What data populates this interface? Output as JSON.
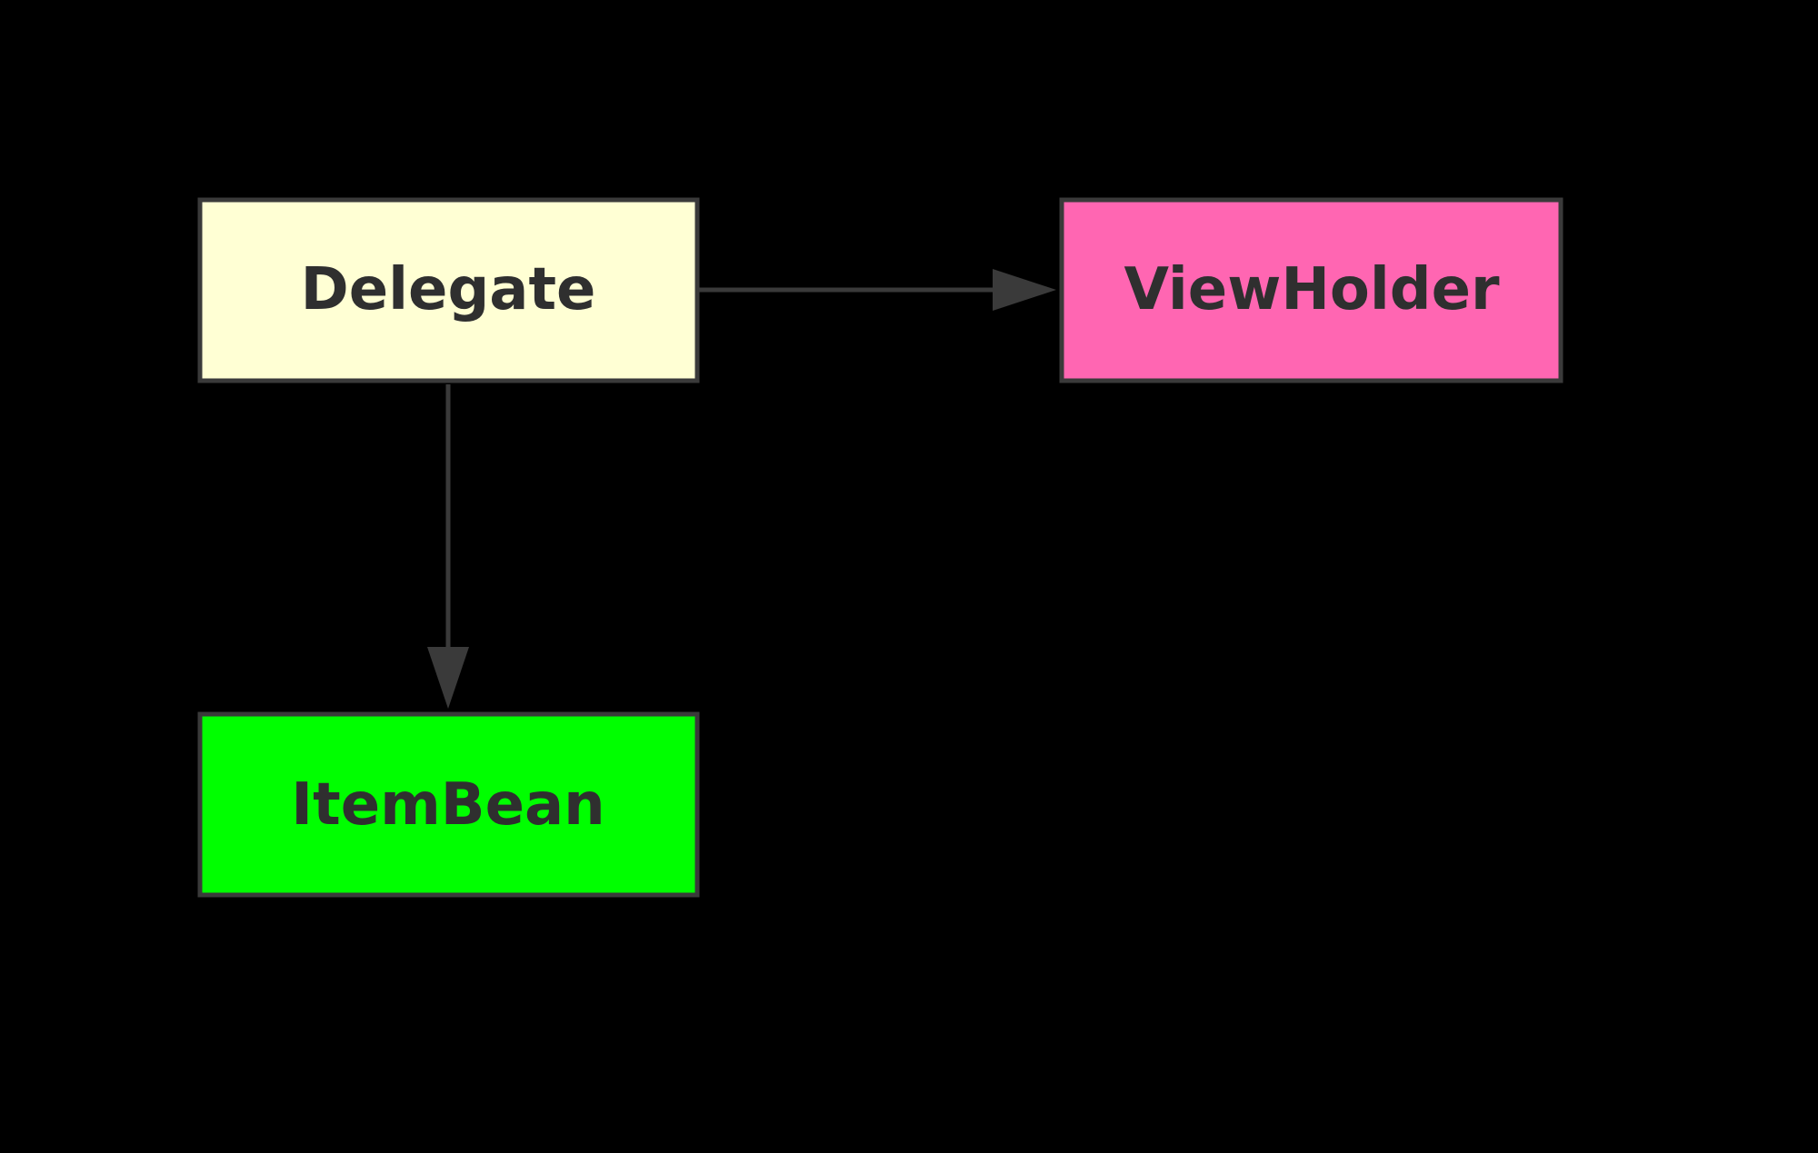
{
  "nodes": [
    {
      "id": "delegate",
      "label": "Delegate",
      "fill": "#ffffd4"
    },
    {
      "id": "viewholder",
      "label": "ViewHolder",
      "fill": "#ff66b2"
    },
    {
      "id": "itembean",
      "label": "ItemBean",
      "fill": "#00ff00"
    }
  ],
  "edges": [
    {
      "from": "delegate",
      "to": "viewholder"
    },
    {
      "from": "delegate",
      "to": "itembean"
    }
  ],
  "colors": {
    "background": "#000000",
    "stroke": "#3a3a3a",
    "text": "#2f2f2f"
  }
}
